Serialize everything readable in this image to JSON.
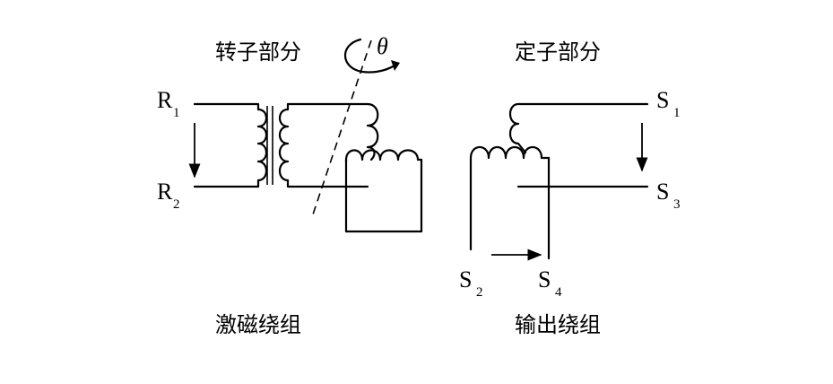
{
  "rotor": {
    "title": "转子部分",
    "angle_symbol": "θ",
    "caption": "激磁绕组",
    "terminals": [
      {
        "letter": "R",
        "sub": "1"
      },
      {
        "letter": "R",
        "sub": "2"
      }
    ]
  },
  "stator": {
    "title": "定子部分",
    "caption": "输出绕组",
    "terminals": [
      {
        "letter": "S",
        "sub": "1"
      },
      {
        "letter": "S",
        "sub": "3"
      },
      {
        "letter": "S",
        "sub": "2"
      },
      {
        "letter": "S",
        "sub": "4"
      }
    ]
  }
}
